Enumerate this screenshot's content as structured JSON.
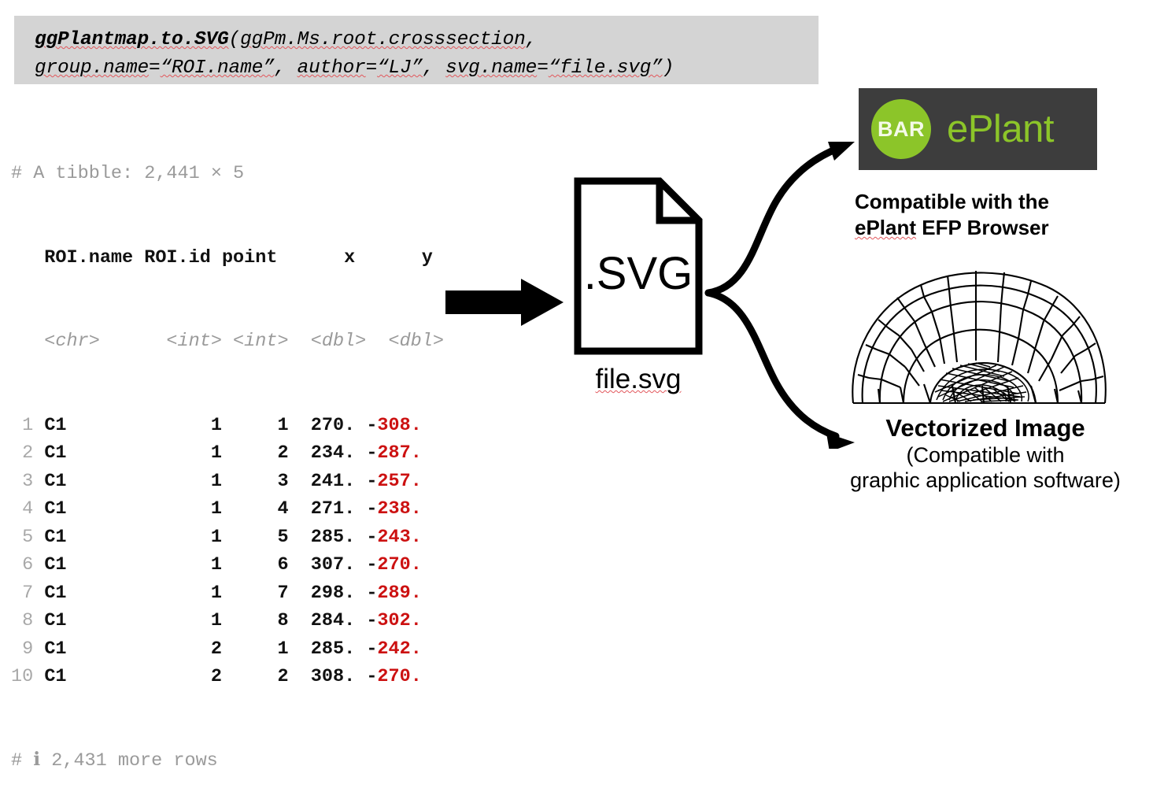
{
  "code_call": {
    "function_name": "ggPlantmap.to.SVG",
    "open_paren": "(",
    "arg_data": "ggPm.Ms.root.crosssection",
    "comma1": ",",
    "line2": "group.name=“ROI.name”, author=“LJ”, svg.name=“file.svg”)",
    "arg_group_key": "group.name",
    "arg_group_val": "“ROI.name”",
    "arg_author_key": "author",
    "arg_author_val": "“LJ”",
    "arg_svg_key": "svg.name",
    "arg_svg_val": "“file.svg”",
    "close_paren": ")"
  },
  "tibble": {
    "meta_line": "# A tibble: 2,441 × 5",
    "rows_total": "2,441",
    "cols_total": "5",
    "columns": [
      "ROI.name",
      "ROI.id",
      "point",
      "x",
      "y"
    ],
    "types": [
      "<chr>",
      "<int>",
      "<int>",
      "<dbl>",
      "<dbl>"
    ],
    "header_line": "   ROI.name ROI.id point      x      y",
    "type_line": "   <chr>      <int> <int>  <dbl>  <dbl>",
    "rows": [
      {
        "n": " 1",
        "roi_name": "C1",
        "roi_id": "1",
        "point": "1",
        "x": "270.",
        "y_sign": "-",
        "y": "308."
      },
      {
        "n": " 2",
        "roi_name": "C1",
        "roi_id": "1",
        "point": "2",
        "x": "234.",
        "y_sign": "-",
        "y": "287."
      },
      {
        "n": " 3",
        "roi_name": "C1",
        "roi_id": "1",
        "point": "3",
        "x": "241.",
        "y_sign": "-",
        "y": "257."
      },
      {
        "n": " 4",
        "roi_name": "C1",
        "roi_id": "1",
        "point": "4",
        "x": "271.",
        "y_sign": "-",
        "y": "238."
      },
      {
        "n": " 5",
        "roi_name": "C1",
        "roi_id": "1",
        "point": "5",
        "x": "285.",
        "y_sign": "-",
        "y": "243."
      },
      {
        "n": " 6",
        "roi_name": "C1",
        "roi_id": "1",
        "point": "6",
        "x": "307.",
        "y_sign": "-",
        "y": "270."
      },
      {
        "n": " 7",
        "roi_name": "C1",
        "roi_id": "1",
        "point": "7",
        "x": "298.",
        "y_sign": "-",
        "y": "289."
      },
      {
        "n": " 8",
        "roi_name": "C1",
        "roi_id": "1",
        "point": "8",
        "x": "284.",
        "y_sign": "-",
        "y": "302."
      },
      {
        "n": " 9",
        "roi_name": "C1",
        "roi_id": "2",
        "point": "1",
        "x": "285.",
        "y_sign": "-",
        "y": "242."
      },
      {
        "n": "10",
        "roi_name": "C1",
        "roi_id": "2",
        "point": "2",
        "x": "308.",
        "y_sign": "-",
        "y": "270."
      }
    ],
    "footer_line": "# ℹ 2,431 more rows",
    "more_rows": "2,431"
  },
  "file_node": {
    "icon_label": ".SVG",
    "caption": "file.svg"
  },
  "eplant": {
    "badge_text": "BAR",
    "wordmark": "ePlant",
    "caption_line1": "Compatible with the",
    "caption_line2_em": "ePlant",
    "caption_line2_rest": " EFP Browser"
  },
  "vectorized": {
    "title": "Vectorized Image",
    "sub_line1": "(Compatible with",
    "sub_line2": "graphic application software)"
  },
  "colors": {
    "code_block_bg": "#d4d4d4",
    "tibble_red": "#cc1111",
    "tibble_gray": "#9a9a9a",
    "eplant_green": "#8cc529",
    "eplant_dark": "#3d3d3d",
    "spellcheck_red": "#e2575c"
  }
}
